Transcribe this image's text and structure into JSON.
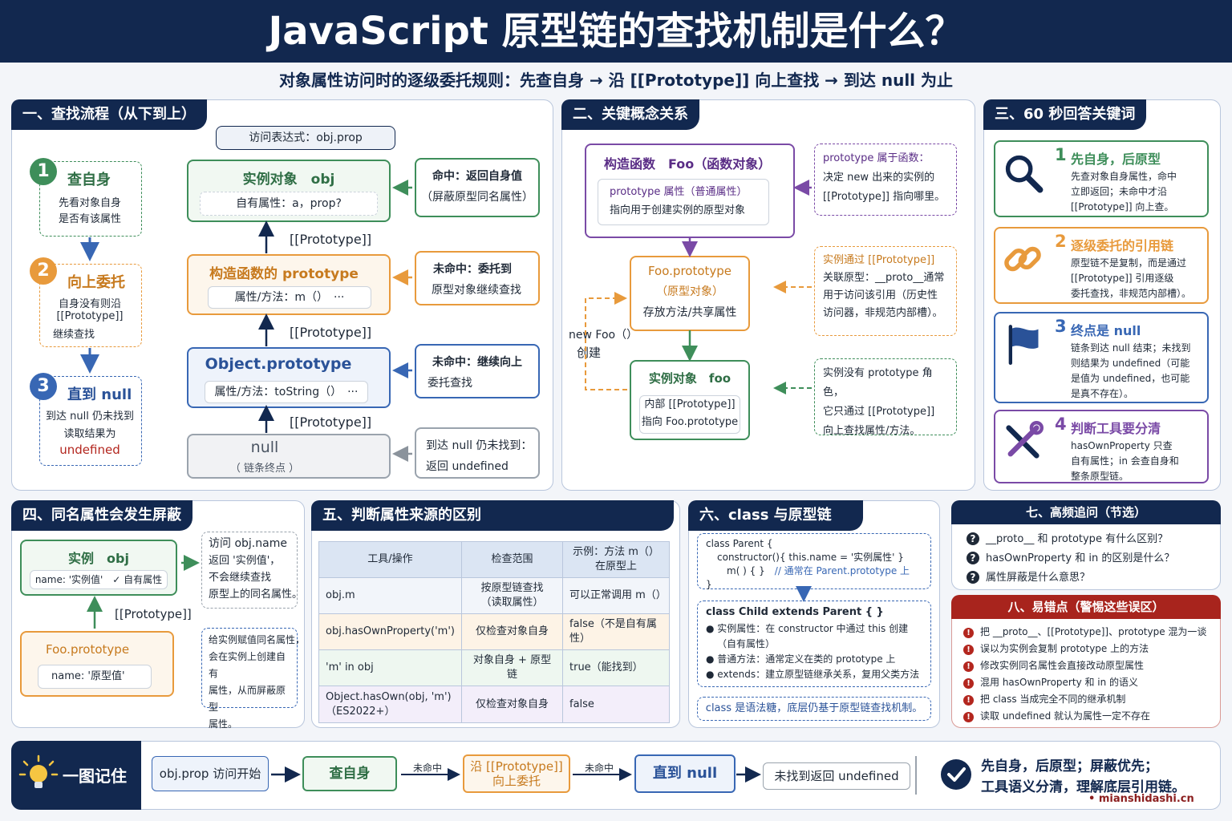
{
  "title": "JavaScript 原型链的查找机制是什么？",
  "subtitle": "对象属性访问时的逐级委托规则：先查自身 → 沿 [[Prototype]] 向上查找 → 到达 null 为止",
  "s1": {
    "title": "一、查找流程（从下到上）",
    "steps": [
      {
        "n": "1",
        "title": "查自身",
        "desc1": "先看对象自身",
        "desc2": "是否有该属性",
        "desc3": ""
      },
      {
        "n": "2",
        "title": "向上委托",
        "desc1": "自身没有则沿",
        "desc2": "[[Prototype]]",
        "desc3": "继续查找"
      },
      {
        "n": "3",
        "title": "直到 null",
        "desc1": "到达 null 仍未找到",
        "desc2": "读取结果为",
        "desc3": "undefined"
      }
    ],
    "access": "访问表达式：obj.prop",
    "inst_title": "实例对象　obj",
    "inst_inner": "自有属性：a，prop?",
    "ctor_title": "构造函数的 prototype",
    "ctor_inner": "属性/方法：m（）　···",
    "objp_title": "Object.prototype",
    "objp_inner": "属性/方法：toString（）　···",
    "null_title": "null",
    "null_sub": "（ 链条终点 ）",
    "proto": "[[Prototype]]",
    "hit_t": "命中：返回自身值",
    "hit_d": "（屏蔽原型同名属性）",
    "miss1_t": "未命中：委托到",
    "miss1_d": "原型对象继续查找",
    "miss2_t": "未命中：继续向上",
    "miss2_d": "委托查找",
    "end_t": "到达 null 仍未找到：",
    "end_d": "返回 undefined"
  },
  "s2": {
    "title": "二、关键概念关系",
    "ctor_t": "构造函数　Foo（函数对象）",
    "ctor_i1": "prototype 属性（普通属性）",
    "ctor_i2": "指向用于创建实例的原型对象",
    "n1a": "prototype 属于函数：",
    "n1b": "决定 new 出来的实例的",
    "n1c": "[[Prototype]] 指向哪里。",
    "fp_t": "Foo.prototype",
    "fp_s": "（原型对象）",
    "fp_d": "存放方法/共享属性",
    "n2a": "实例通过 [[Prototype]]",
    "n2b": "关联原型：__proto__通常",
    "n2c": "用于访问该引用（历史性",
    "n2d": "访问器，非规范内部槽）。",
    "newfoo": "new Foo（）",
    "create": "创建",
    "inst_t": "实例对象　foo",
    "inst_i1": "内部 [[Prototype]]",
    "inst_i2": "指向 Foo.prototype",
    "n3a": "实例没有 prototype 角色，",
    "n3b": "它只通过 [[Prototype]]",
    "n3c": "向上查找属性/方法。"
  },
  "s3": {
    "title": "三、60 秒回答关键词",
    "items": [
      {
        "n": "1",
        "title": "先自身，后原型",
        "l1": "先查对象自身属性，命中",
        "l2": "立即返回；未命中才沿",
        "l3": "[[Prototype]] 向上查。",
        "l4": "",
        "icon": "search-icon",
        "color": "#3e8e5a"
      },
      {
        "n": "2",
        "title": "逐级委托的引用链",
        "l1": "原型链不是复制，而是通过",
        "l2": "[[Prototype]] 引用逐级",
        "l3": "委托查找，非规范内部槽）。",
        "l4": "",
        "icon": "link-icon",
        "color": "#e89a3c"
      },
      {
        "n": "3",
        "title": "终点是 null",
        "l1": "链条到达 null 结束；未找到",
        "l2": "则结果为 undefined（可能",
        "l3": "是值为 undefined，也可能",
        "l4": "是真不存在）。",
        "icon": "flag-icon",
        "color": "#3867b4"
      },
      {
        "n": "4",
        "title": "判断工具要分清",
        "l1": "hasOwnProperty 只查",
        "l2": "自有属性；in 会查自身和",
        "l3": "整条原型链。",
        "l4": "",
        "icon": "tools-icon",
        "color": "#7a4aa6"
      }
    ]
  },
  "s4": {
    "title": "四、同名属性会发生屏蔽",
    "inst_t": "实例　obj",
    "inst_i": "name: '实例值'　✓ 自有属性",
    "proto": "[[Prototype]]",
    "fp_t": "Foo.prototype",
    "fp_i": "name: '原型值'",
    "n1a": "访问 obj.name",
    "n1b": "返回 '实例值'，",
    "n1c": "不会继续查找",
    "n1d": "原型上的同名属性。",
    "n2a": "给实例赋值同名属性，",
    "n2b": "会在实例上创建自有",
    "n2c": "属性，从而屏蔽原型",
    "n2d": "属性。"
  },
  "s5": {
    "title": "五、判断属性来源的区别",
    "headers": [
      "工具/操作",
      "检查范围",
      "示例：方法 m（）在原型上"
    ],
    "rows": [
      [
        "obj.m",
        "按原型链查找\n（读取属性）",
        "可以正常调用 m（）"
      ],
      [
        "obj.hasOwnProperty('m')",
        "仅检查对象自身",
        "false（不是自有属性）"
      ],
      [
        "'m' in obj",
        "对象自身 + 原型链",
        "true（能找到）"
      ],
      [
        "Object.hasOwn(obj, 'm')\n（ES2022+）",
        "仅检查对象自身",
        "false"
      ]
    ]
  },
  "s6": {
    "title": "六、class 与原型链",
    "c1": "class Parent {",
    "c2": "constructor(){ this.name = '实例属性' }",
    "c3": "m( ) { }",
    "c3c": "// 通常在 Parent.prototype 上",
    "c4": "}",
    "d1": "class Child extends Parent { }",
    "b1": "实例属性：在 constructor 中通过 this 创建",
    "b1b": "（自有属性）",
    "b2": "普通方法：通常定义在类的 prototype 上",
    "b3": "extends：建立原型链继承关系，复用父类方法",
    "foot": "class 是语法糖，底层仍基于原型链查找机制。"
  },
  "s7": {
    "title": "七、高频追问（节选）",
    "qs": [
      "__proto__ 和 prototype 有什么区别？",
      "hasOwnProperty 和 in 的区别是什么？",
      "属性屏蔽是什么意思？"
    ]
  },
  "s8": {
    "title": "八、易错点（警惕这些误区）",
    "items": [
      "把 __proto__、[[Prototype]]、prototype 混为一谈",
      "误以为实例会复制 prototype 上的方法",
      "修改实例同名属性会直接改动原型属性",
      "混用 hasOwnProperty 和 in 的语义",
      "把 class 当成完全不同的继承机制",
      "读取 undefined 就认为属性一定不存在"
    ]
  },
  "bottom": {
    "label": "一图记住",
    "f1": "obj.prop 访问开始",
    "f2": "查自身",
    "m1": "未命中",
    "f3a": "沿 [[Prototype]]",
    "f3b": "向上委托",
    "m2": "未命中",
    "f4": "直到 null",
    "f5": "未找到返回 undefined",
    "s1": "先自身，后原型；屏蔽优先；",
    "s2": "工具语义分清，理解底层引用链。",
    "site": "• mianshidashi.cn"
  },
  "colors": {
    "navy": "#12284f",
    "green": "#3e8e5a",
    "orange": "#e89a3c",
    "blue": "#3867b4",
    "purple": "#7a4aa6",
    "red": "#b3261e"
  }
}
